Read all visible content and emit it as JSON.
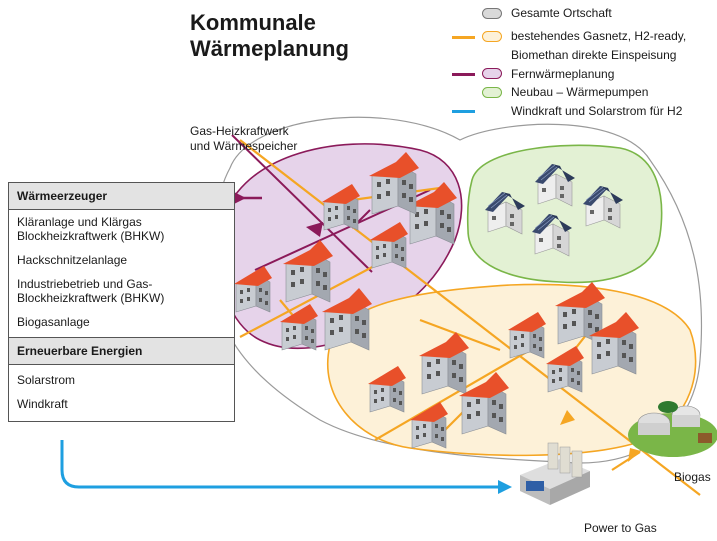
{
  "title_line1": "Kommunale",
  "title_line2": "Wärmeplanung",
  "legend": [
    {
      "text": "Gesamte Ortschaft",
      "fill": "#d9d9d9",
      "stroke": "#777777",
      "line": ""
    },
    {
      "text": "bestehendes Gasnetz, H2-ready,",
      "fill": "#fdf1d8",
      "stroke": "#f5a623",
      "line": "#f5a623"
    },
    {
      "text": "Biomethan direkte Einspeisung",
      "fill": "",
      "stroke": "",
      "line": ""
    },
    {
      "text": "Fernwärmeplanung",
      "fill": "#e6d3ea",
      "stroke": "#8b1a5a",
      "line": "#8b1a5a"
    },
    {
      "text": "Neubau – Wärmepumpen",
      "fill": "#e3f1d4",
      "stroke": "#7ab648",
      "line": ""
    },
    {
      "text": "Windkraft und Solarstrom für H2",
      "fill": "",
      "stroke": "",
      "line": "#1e9fe0"
    }
  ],
  "gas_plant_label_1": "Gas-Heizkraftwerk",
  "gas_plant_label_2": "und Wärmespeicher",
  "panel": {
    "heading1": "Wärmeerzeuger",
    "items1": [
      "Kläranlage und Klärgas Blockheizkraftwerk (BHKW)",
      "Hackschnitzelanlage",
      "Industriebetrieb und Gas-Blockheizkraftwerk (BHKW)",
      "Biogasanlage"
    ],
    "heading2": "Erneuerbare Energien",
    "items2": [
      "Solarstrom",
      "Windkraft"
    ]
  },
  "biogas_label": "Biogas",
  "power_to_gas_label": "Power to Gas",
  "colors": {
    "orange": "#f5a623",
    "purple": "#8b1a5a",
    "blue": "#1e9fe0",
    "green": "#7ab648",
    "roof": "#e8502a"
  }
}
